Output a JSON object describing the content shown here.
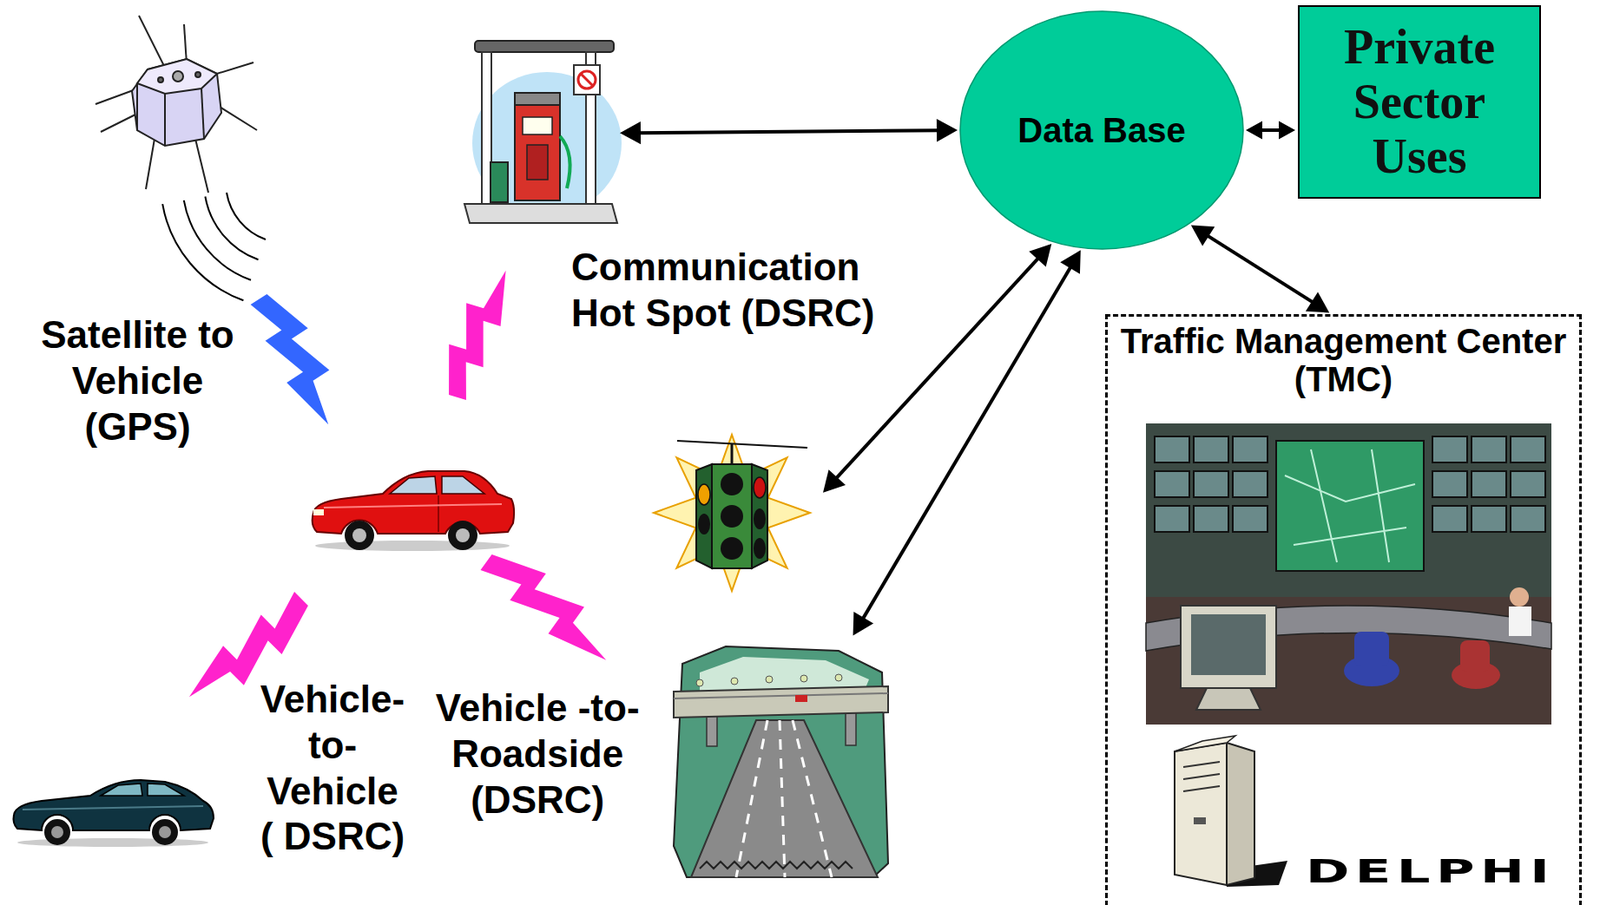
{
  "diagram": {
    "nodes": [
      {
        "text": [
          "Communication Hot Spot (DSRC)"
        ]
      },
      {
        "text": [
          "Data Base"
        ]
      },
      {
        "text": [
          "Private Sector Uses"
        ]
      },
      {
        "text": [
          "Traffic Management Center (TMC)"
        ]
      },
      {
        "text": []
      },
      {
        "text": []
      }
    ],
    "edges": [
      {
        "from": 0,
        "to": 1,
        "arrow": "both"
      },
      {
        "from": 1,
        "to": 2,
        "arrow": "both"
      },
      {
        "from": 1,
        "to": 3,
        "arrow": "both"
      },
      {
        "from": 1,
        "to": 4,
        "arrow": "both"
      },
      {
        "from": 1,
        "to": 5,
        "arrow": "both"
      }
    ],
    "labels": [
      "Satellite to Vehicle (GPS)",
      "Vehicle- to- Vehicle ( DSRC)",
      "Vehicle -to- Roadside (DSRC)",
      "DELPHI"
    ]
  }
}
